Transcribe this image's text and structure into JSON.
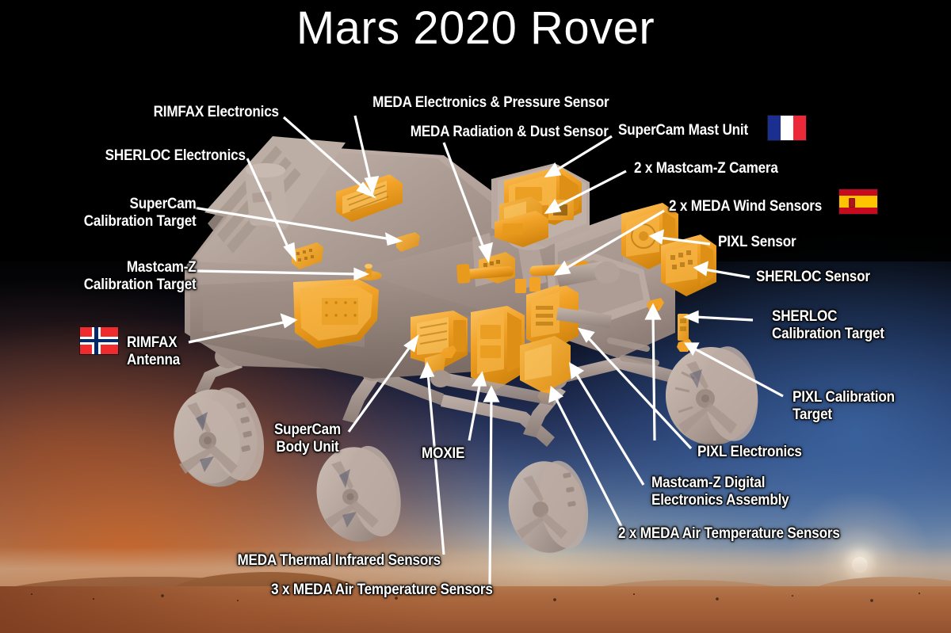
{
  "title": "Mars 2020 Rover",
  "flags": [
    {
      "id": "flag-france",
      "name": "france-flag",
      "country": "France",
      "colors": [
        "#1b2f91",
        "#ffffff",
        "#ed2939"
      ]
    },
    {
      "id": "flag-spain",
      "name": "spain-flag",
      "country": "Spain",
      "colors": [
        "#c60b1e",
        "#ffc400",
        "#ad1519"
      ]
    },
    {
      "id": "flag-norway",
      "name": "norway-flag",
      "country": "Norway",
      "colors": [
        "#ef2b2d",
        "#ffffff",
        "#002868"
      ]
    }
  ],
  "labels": {
    "rimfax_electronics": "RIMFAX Electronics",
    "sherloc_electronics": "SHERLOC Electronics",
    "supercam_calibration_target": "SuperCam\nCalibration Target",
    "mastcamz_calibration_target": "Mastcam-Z\nCalibration Target",
    "rimfax_antenna": "RIMFAX\nAntenna",
    "supercam_body_unit": "SuperCam\nBody Unit",
    "moxie": "MOXIE",
    "meda_thermal_infrared_sensors": "MEDA Thermal Infrared Sensors",
    "meda_air_temperature_sensors_3x": "3 x MEDA Air Temperature Sensors",
    "meda_electronics_pressure_sensor": "MEDA Electronics & Pressure Sensor",
    "meda_radiation_dust_sensor": "MEDA Radiation & Dust Sensor",
    "supercam_mast_unit": "SuperCam Mast Unit",
    "mastcamz_camera_2x": "2 x Mastcam-Z Camera",
    "meda_wind_sensors_2x": "2 x MEDA Wind Sensors",
    "pixl_sensor": "PIXL Sensor",
    "sherloc_sensor": "SHERLOC Sensor",
    "sherloc_calibration_target": "SHERLOC\nCalibration Target",
    "pixl_calibration_target": "PIXL Calibration\nTarget",
    "pixl_electronics": "PIXL Electronics",
    "mastcamz_digital_electronics_assembly": "Mastcam-Z Digital\nElectronics Assembly",
    "meda_air_temperature_sensors_2x": "2 x MEDA Air Temperature Sensors"
  },
  "colors": {
    "highlight_instrument": "#F2A227",
    "highlight_instrument_light": "#F9C462",
    "rover_body": "#B3A49C",
    "rover_body_shadow": "#8D7D76",
    "label_text": "#FFFFFF",
    "background_top": "#000000",
    "mars_ground": "#A8613A",
    "sky_blue": "#3F5480"
  }
}
